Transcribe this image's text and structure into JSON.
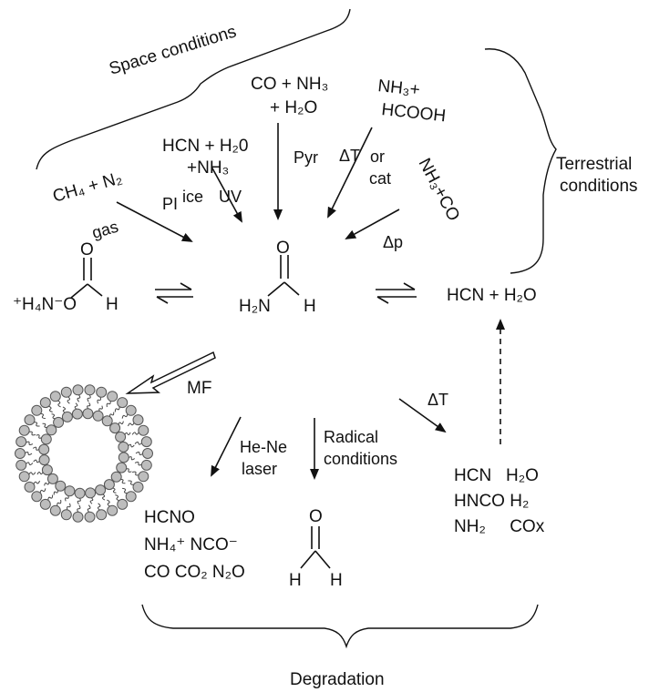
{
  "labels": {
    "space_conditions": "Space conditions",
    "terrestrial_line1": "Terrestrial",
    "terrestrial_line2": "conditions",
    "degradation": "Degradation"
  },
  "reactants": {
    "ch4_n2": "CH₄ + N₂",
    "hcn_h2o_line1": "HCN + H₂0",
    "hcn_h2o_line2": "+NH₃",
    "co_nh3_line1": "CO + NH₃",
    "co_nh3_line2": "+ H₂O",
    "nh3_hcooh_line1": "NH₃+",
    "nh3_hcooh_line2": "HCOOH",
    "nh3_co": "NH₃+CO"
  },
  "conditions": {
    "gas": "gas",
    "pi": "PI",
    "ice": "ice",
    "uv": "UV",
    "pyr": "Pyr",
    "delta_t": "ΔT",
    "or": "or",
    "cat": "cat",
    "delta_p": "Δp",
    "mf": "MF",
    "delta_t_right": "ΔT",
    "he_ne_line1": "He-Ne",
    "he_ne_line2": "laser",
    "radical_line1": "Radical",
    "radical_line2": "conditions"
  },
  "molecules": {
    "ammonium_formate_cation": "⁺H₄N⁻O",
    "formate_h": "H",
    "formate_o": "O",
    "formamide_h2n": "H₂N",
    "formamide_h": "H",
    "formamide_o": "O",
    "hcn_h2o": "HCN + H₂O",
    "formaldehyde_o": "O",
    "formaldehyde_h_left": "H",
    "formaldehyde_h_right": "H"
  },
  "products_left": [
    "HCNO",
    "NH₄⁺ NCO⁻",
    "CO CO₂ N₂O"
  ],
  "products_right": [
    "HCN   H₂O",
    "HNCO H₂",
    "NH₂     COx"
  ]
}
